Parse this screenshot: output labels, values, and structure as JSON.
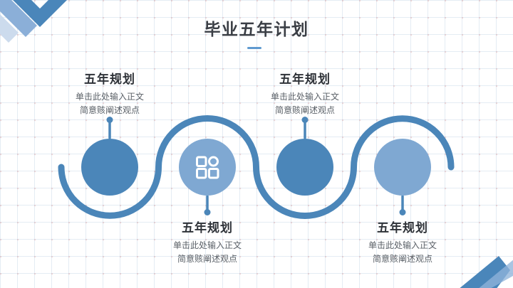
{
  "slide": {
    "title": "毕业五年计划",
    "colors": {
      "wave": "#4b86b9",
      "circle_dark": "#4b86b9",
      "circle_light": "#7fa8d2",
      "connector": "#4b86b9",
      "accent": "#5f9ad0",
      "icon_stroke": "#ffffff",
      "corner_dark": "#4a86ba",
      "corner_medium": "#8bafd8",
      "corner_pale": "#ccdbed",
      "corner_light": "#8fb3da"
    }
  },
  "items": [
    {
      "heading": "五年规划",
      "body_line1": "单击此处输入正文",
      "body_line2": "简意赅阐述观点"
    },
    {
      "heading": "五年规划",
      "body_line1": "单击此处输入正文",
      "body_line2": "简意赅阐述观点"
    },
    {
      "heading": "五年规划",
      "body_line1": "单击此处输入正文",
      "body_line2": "简意赅阐述观点"
    },
    {
      "heading": "五年规划",
      "body_line1": "单击此处输入正文",
      "body_line2": "简意赅阐述观点"
    }
  ]
}
